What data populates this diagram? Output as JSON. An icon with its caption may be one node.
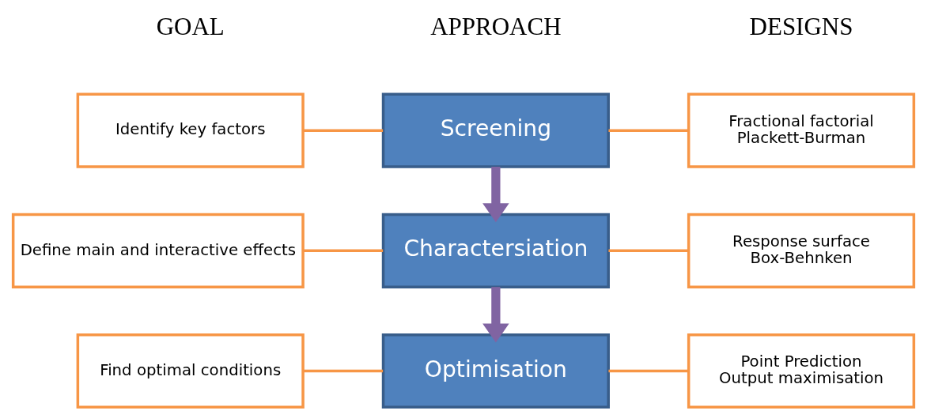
{
  "diagram": {
    "nodes": [
      {
        "text": [
          "Identify key factors"
        ]
      },
      {
        "text": [
          "Screening"
        ]
      },
      {
        "text": [
          "Fractional factorial",
          "Plackett-Burman"
        ]
      },
      {
        "text": [
          "Define main and interactive effects"
        ]
      },
      {
        "text": [
          "Charactersiation"
        ]
      },
      {
        "text": [
          "Response surface",
          "Box-Behnken"
        ]
      },
      {
        "text": [
          "Find optimal conditions"
        ]
      },
      {
        "text": [
          "Optimisation"
        ]
      },
      {
        "text": [
          "Point Prediction",
          "Output maximisation"
        ]
      }
    ],
    "edges": [
      {
        "from": 0,
        "to": 1,
        "arrow": "none"
      },
      {
        "from": 1,
        "to": 2,
        "arrow": "none"
      },
      {
        "from": 1,
        "to": 4,
        "arrow": "to",
        "style": "thick",
        "color": "#8064a2"
      },
      {
        "from": 3,
        "to": 4,
        "arrow": "none"
      },
      {
        "from": 4,
        "to": 5,
        "arrow": "none"
      },
      {
        "from": 4,
        "to": 7,
        "arrow": "to",
        "style": "thick",
        "color": "#8064a2"
      },
      {
        "from": 6,
        "to": 7,
        "arrow": "none"
      },
      {
        "from": 7,
        "to": 8,
        "arrow": "none"
      }
    ],
    "labels": [
      "GOAL",
      "APPROACH",
      "DESIGNS"
    ]
  }
}
